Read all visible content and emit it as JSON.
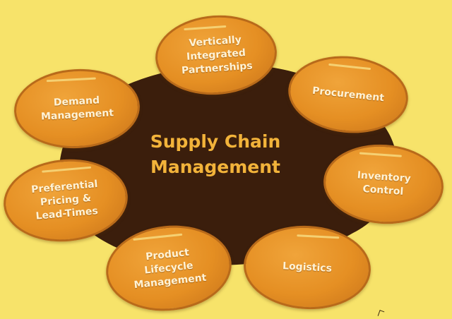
{
  "center": {
    "line1": "Supply Chain",
    "line2": "Management"
  },
  "nodes": {
    "vertically_integrated": {
      "line1": "Vertically",
      "line2": "Integrated",
      "line3": "Partnerships"
    },
    "procurement": {
      "line1": "Procurement"
    },
    "demand_management": {
      "line1": "Demand",
      "line2": "Management"
    },
    "inventory_control": {
      "line1": "Inventory",
      "line2": "Control"
    },
    "preferential_pricing": {
      "line1": "Preferential",
      "line2": "Pricing &",
      "line3": "Lead-Times"
    },
    "product_lifecycle": {
      "line1": "Product",
      "line2": "Lifecycle",
      "line3": "Management"
    },
    "logistics": {
      "line1": "Logistics"
    }
  },
  "colors": {
    "background": "#f7e36a",
    "center_fill": "#3b1e0c",
    "center_text": "#f2b33a",
    "node_fill": "#e58f23",
    "node_border": "#b86a1a",
    "node_text": "#fff3d6"
  }
}
